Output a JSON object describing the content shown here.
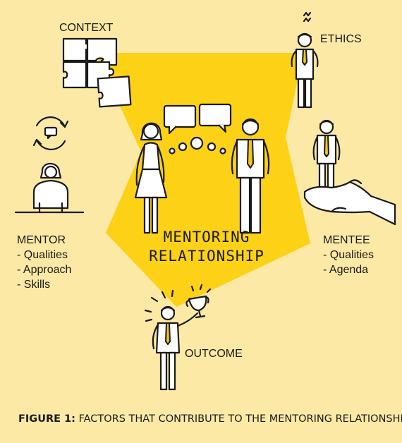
{
  "labels": {
    "context": "CONTEXT",
    "ethics": "ETHICS",
    "mentor": {
      "title": "MENTOR",
      "items": [
        "- Qualities",
        "- Approach",
        "- Skills"
      ]
    },
    "mentee": {
      "title": "MENTEE",
      "items": [
        "- Qualities",
        "- Agenda"
      ]
    },
    "center": {
      "line1": "MENTORING",
      "line2": "RELATIONSHIP"
    },
    "outcome": "OUTCOME"
  },
  "caption": {
    "bold": "FIGURE 1:",
    "text": " FACTORS THAT CONTRIBUTE TO THE MENTORING RELATIONSHIP"
  },
  "colors": {
    "background": "#fce9a6",
    "accent": "#fcd116",
    "line": "#1a1a1a",
    "highlight": "#f5c518"
  },
  "icons": [
    "puzzle-icon",
    "stressed-man-icon",
    "refresh-chat-icon",
    "woman-at-desk-icon",
    "speech-bubbles-icon",
    "thought-bubbles-icon",
    "woman-icon",
    "man-icon",
    "man-on-hand-icon",
    "man-with-trophy-icon"
  ]
}
